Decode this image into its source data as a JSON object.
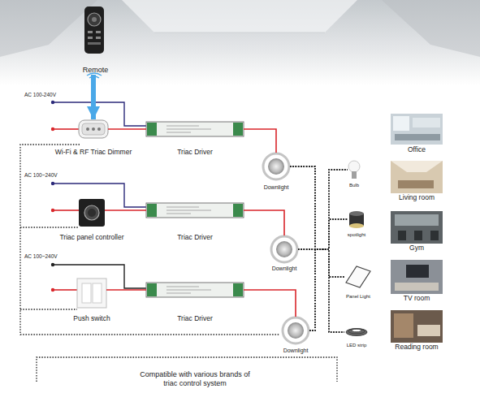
{
  "diagram": {
    "nodes": [
      {
        "text": [
          "Remote"
        ]
      },
      {
        "text": [
          "Wi-Fi & RF Triac Dimmer"
        ]
      },
      {
        "text": [
          "Triac Driver"
        ]
      },
      {
        "text": [
          "Downlight"
        ]
      },
      {
        "text": [
          "Triac panel controller"
        ]
      },
      {
        "text": [
          "Triac Driver"
        ]
      },
      {
        "text": [
          "Downlight"
        ]
      },
      {
        "text": [
          "Push switch"
        ]
      },
      {
        "text": [
          "Triac Driver"
        ]
      },
      {
        "text": [
          "Downlight"
        ]
      },
      {
        "text": [
          "Bulb"
        ]
      },
      {
        "text": [
          "spotlight"
        ]
      },
      {
        "text": [
          "Panel Light"
        ]
      },
      {
        "text": [
          "LED strip"
        ]
      },
      {
        "text": [
          "Office"
        ]
      },
      {
        "text": [
          "Living room"
        ]
      },
      {
        "text": [
          "Gym"
        ]
      },
      {
        "text": [
          "TV room"
        ]
      },
      {
        "text": [
          "Reading room"
        ]
      }
    ],
    "edges": [
      {
        "from": 0,
        "to": 1,
        "arrow": "to"
      },
      {
        "from": 1,
        "to": 2,
        "arrow": "none"
      },
      {
        "from": 2,
        "to": 3,
        "arrow": "none"
      },
      {
        "from": 4,
        "to": 5,
        "arrow": "none"
      },
      {
        "from": 5,
        "to": 6,
        "arrow": "none"
      },
      {
        "from": 7,
        "to": 8,
        "arrow": "none"
      },
      {
        "from": 8,
        "to": 9,
        "arrow": "none"
      },
      {
        "from": 3,
        "to": 10,
        "arrow": "none"
      },
      {
        "from": 3,
        "to": 11,
        "arrow": "none"
      },
      {
        "from": 3,
        "to": 12,
        "arrow": "none"
      },
      {
        "from": 3,
        "to": 13,
        "arrow": "none"
      },
      {
        "from": 6,
        "to": 10,
        "arrow": "none"
      },
      {
        "from": 6,
        "to": 11,
        "arrow": "none"
      },
      {
        "from": 6,
        "to": 12,
        "arrow": "none"
      },
      {
        "from": 6,
        "to": 13,
        "arrow": "none"
      },
      {
        "from": 9,
        "to": 10,
        "arrow": "none"
      },
      {
        "from": 9,
        "to": 11,
        "arrow": "none"
      },
      {
        "from": 9,
        "to": 12,
        "arrow": "none"
      },
      {
        "from": 9,
        "to": 13,
        "arrow": "none"
      }
    ],
    "labels": [
      "AC 100-240V",
      "AC 100~240V",
      "AC 100~240V",
      "Compatible with various brands of triac control system"
    ]
  }
}
